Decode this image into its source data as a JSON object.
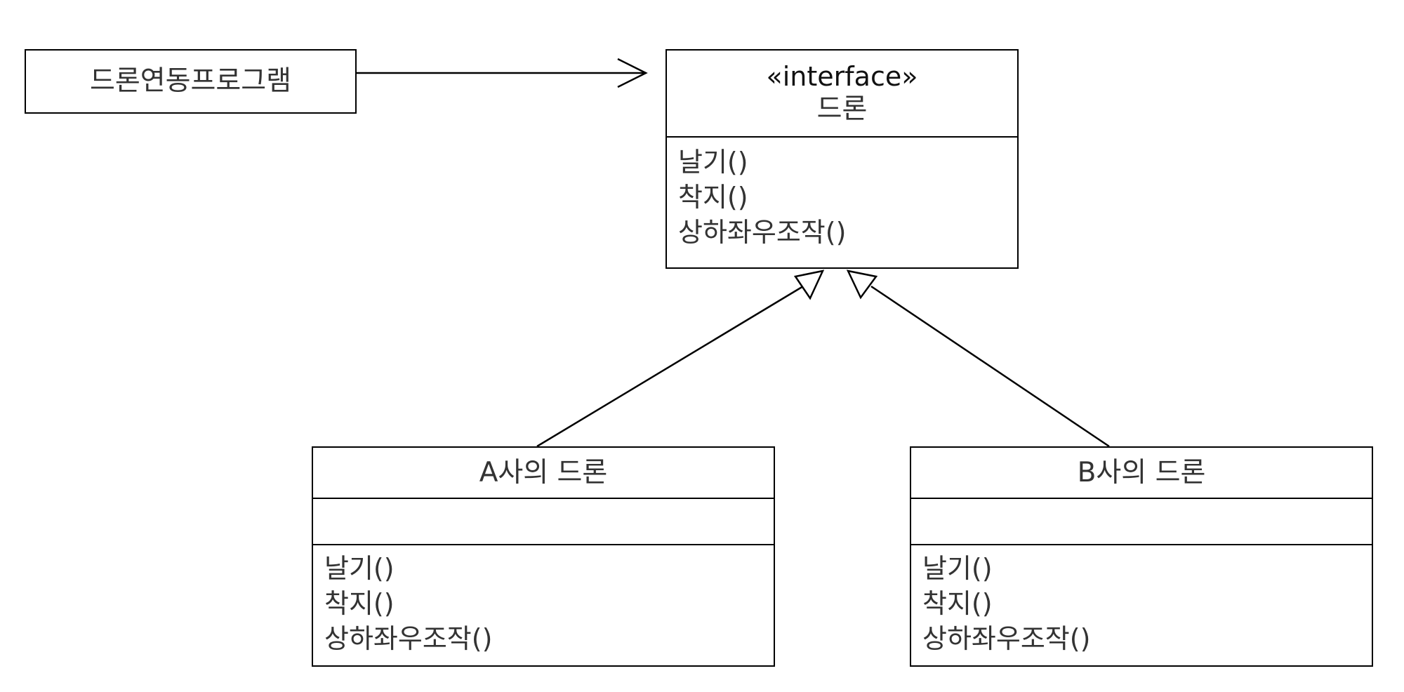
{
  "client": {
    "name": "드론연동프로그램"
  },
  "interface": {
    "stereotype": "«interface»",
    "name": "드론",
    "operations": [
      "날기()",
      "착지()",
      "상하좌우조작()"
    ]
  },
  "classes": [
    {
      "name": "A사의 드론",
      "attributes": [],
      "operations": [
        "날기()",
        "착지()",
        "상하좌우조작()"
      ]
    },
    {
      "name": "B사의 드론",
      "attributes": [],
      "operations": [
        "날기()",
        "착지()",
        "상하좌우조작()"
      ]
    }
  ],
  "relations": [
    {
      "type": "association",
      "from": "드론연동프로그램",
      "to": "드론"
    },
    {
      "type": "realization",
      "from": "A사의 드론",
      "to": "드론"
    },
    {
      "type": "realization",
      "from": "B사의 드론",
      "to": "드론"
    }
  ],
  "colors": {
    "line": "#000000",
    "text": "#333333",
    "background": "#ffffff"
  }
}
